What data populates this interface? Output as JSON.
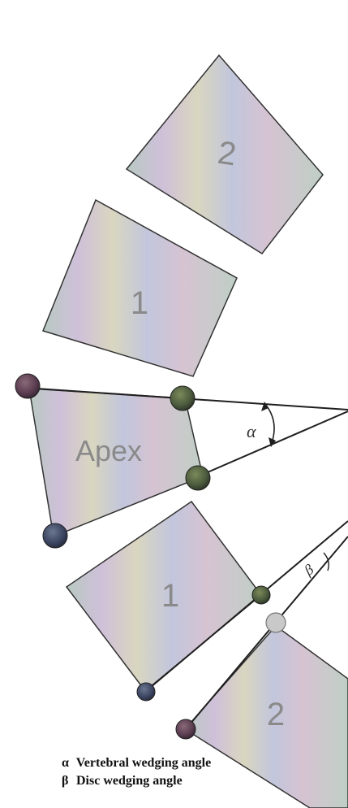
{
  "vertebrae": {
    "upper_2": "2",
    "upper_1": "1",
    "apex": "Apex",
    "lower_1": "1",
    "lower_2": "2"
  },
  "angles": {
    "alpha_symbol": "α",
    "beta_symbol": "β"
  },
  "legend": [
    {
      "symbol": "α",
      "text": "Vertebral wedging angle"
    },
    {
      "symbol": "β",
      "text": "Disc wedging angle"
    }
  ],
  "colors": {
    "vertebra_fill": "#c7c3d6",
    "vertebra_stroke": "#333333",
    "line": "#1f1f1f",
    "marker_dark": "#3d4660",
    "marker_light": "#c9c9c9"
  }
}
